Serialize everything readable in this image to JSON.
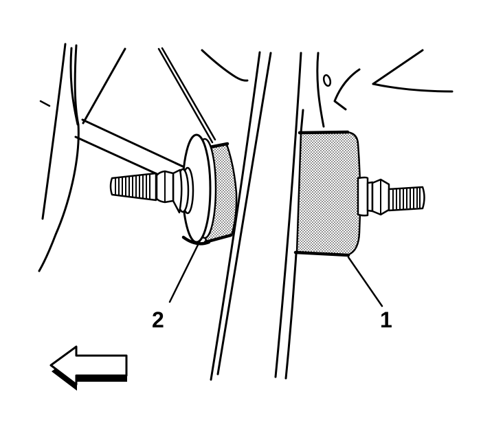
{
  "figure": {
    "kind": "service-manual-line-illustration",
    "background_color": "#ffffff",
    "line_color": "#000000",
    "callouts": {
      "callout_1": {
        "label": "1"
      },
      "callout_2": {
        "label": "2"
      }
    },
    "direction_arrow": {
      "icon": "arrow-left-icon",
      "direction": "left"
    }
  }
}
